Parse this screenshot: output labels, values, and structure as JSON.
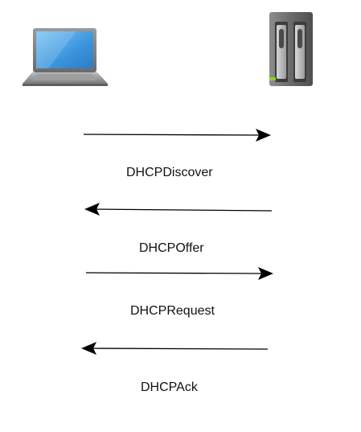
{
  "diagram": {
    "client_icon": "laptop-icon",
    "server_icon": "server-icon",
    "messages": [
      {
        "label": "DHCPDiscover",
        "direction": "client-to-server"
      },
      {
        "label": "DHCPOffer",
        "direction": "server-to-client"
      },
      {
        "label": "DHCPRequest",
        "direction": "client-to-server"
      },
      {
        "label": "DHCPAck",
        "direction": "server-to-client"
      }
    ],
    "colors": {
      "arrow": "#000000",
      "laptop_screen": "#4a9fe0",
      "laptop_body": "#8a8a8a",
      "server_body": "#6e6e6e",
      "server_led": "#8cd41c"
    }
  }
}
